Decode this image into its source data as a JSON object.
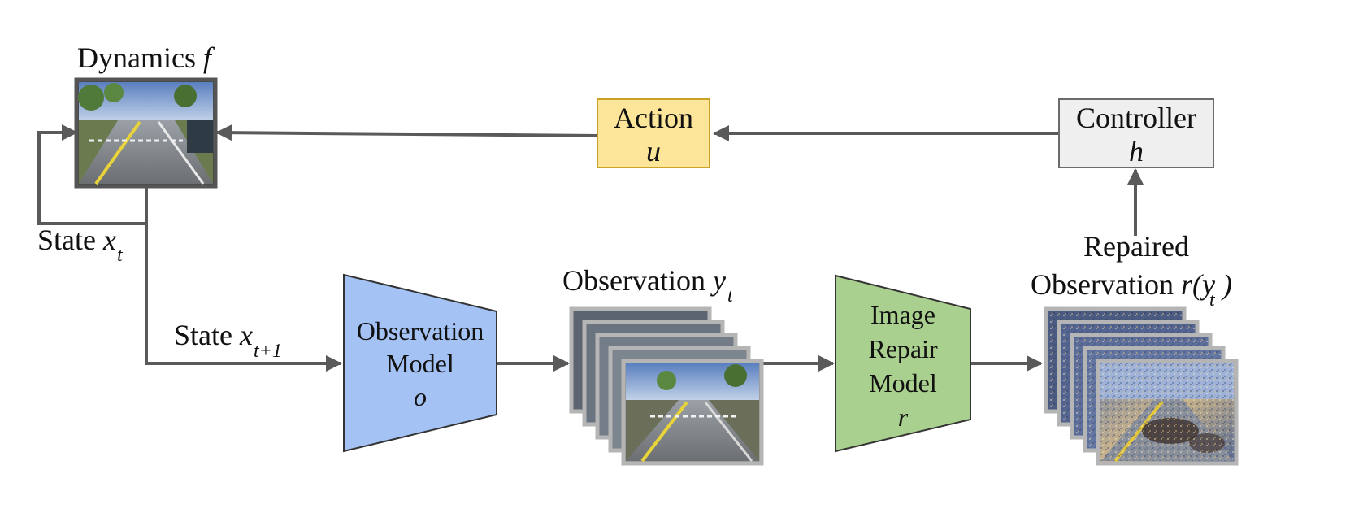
{
  "dynamics": {
    "label": "Dynamics",
    "symbol": "f"
  },
  "action": {
    "label": "Action",
    "symbol": "u"
  },
  "controller": {
    "label": "Controller",
    "symbol": "h"
  },
  "state_t": {
    "label": "State",
    "var": "x",
    "sub": "t"
  },
  "state_t1": {
    "label": "State",
    "var": "x",
    "sub": "t+1"
  },
  "observation_model": {
    "line1": "Observation",
    "line2": "Model",
    "symbol": "o"
  },
  "observation": {
    "label": "Observation",
    "var": "y",
    "sub": "t"
  },
  "repair_model": {
    "line1": "Image",
    "line2": "Repair",
    "line3": "Model",
    "symbol": "r"
  },
  "repaired": {
    "line1": "Repaired",
    "line2": "Observation",
    "func": "r(y",
    "sub": "t",
    "close": ")"
  },
  "colors": {
    "action_fill": "#fde59a",
    "action_border": "#c9a227",
    "controller_fill": "#efefef",
    "controller_border": "#6b6b6b",
    "observation_model_fill": "#a4c2f4",
    "repair_model_fill": "#a9d08e",
    "arrow": "#5a5a5a"
  }
}
